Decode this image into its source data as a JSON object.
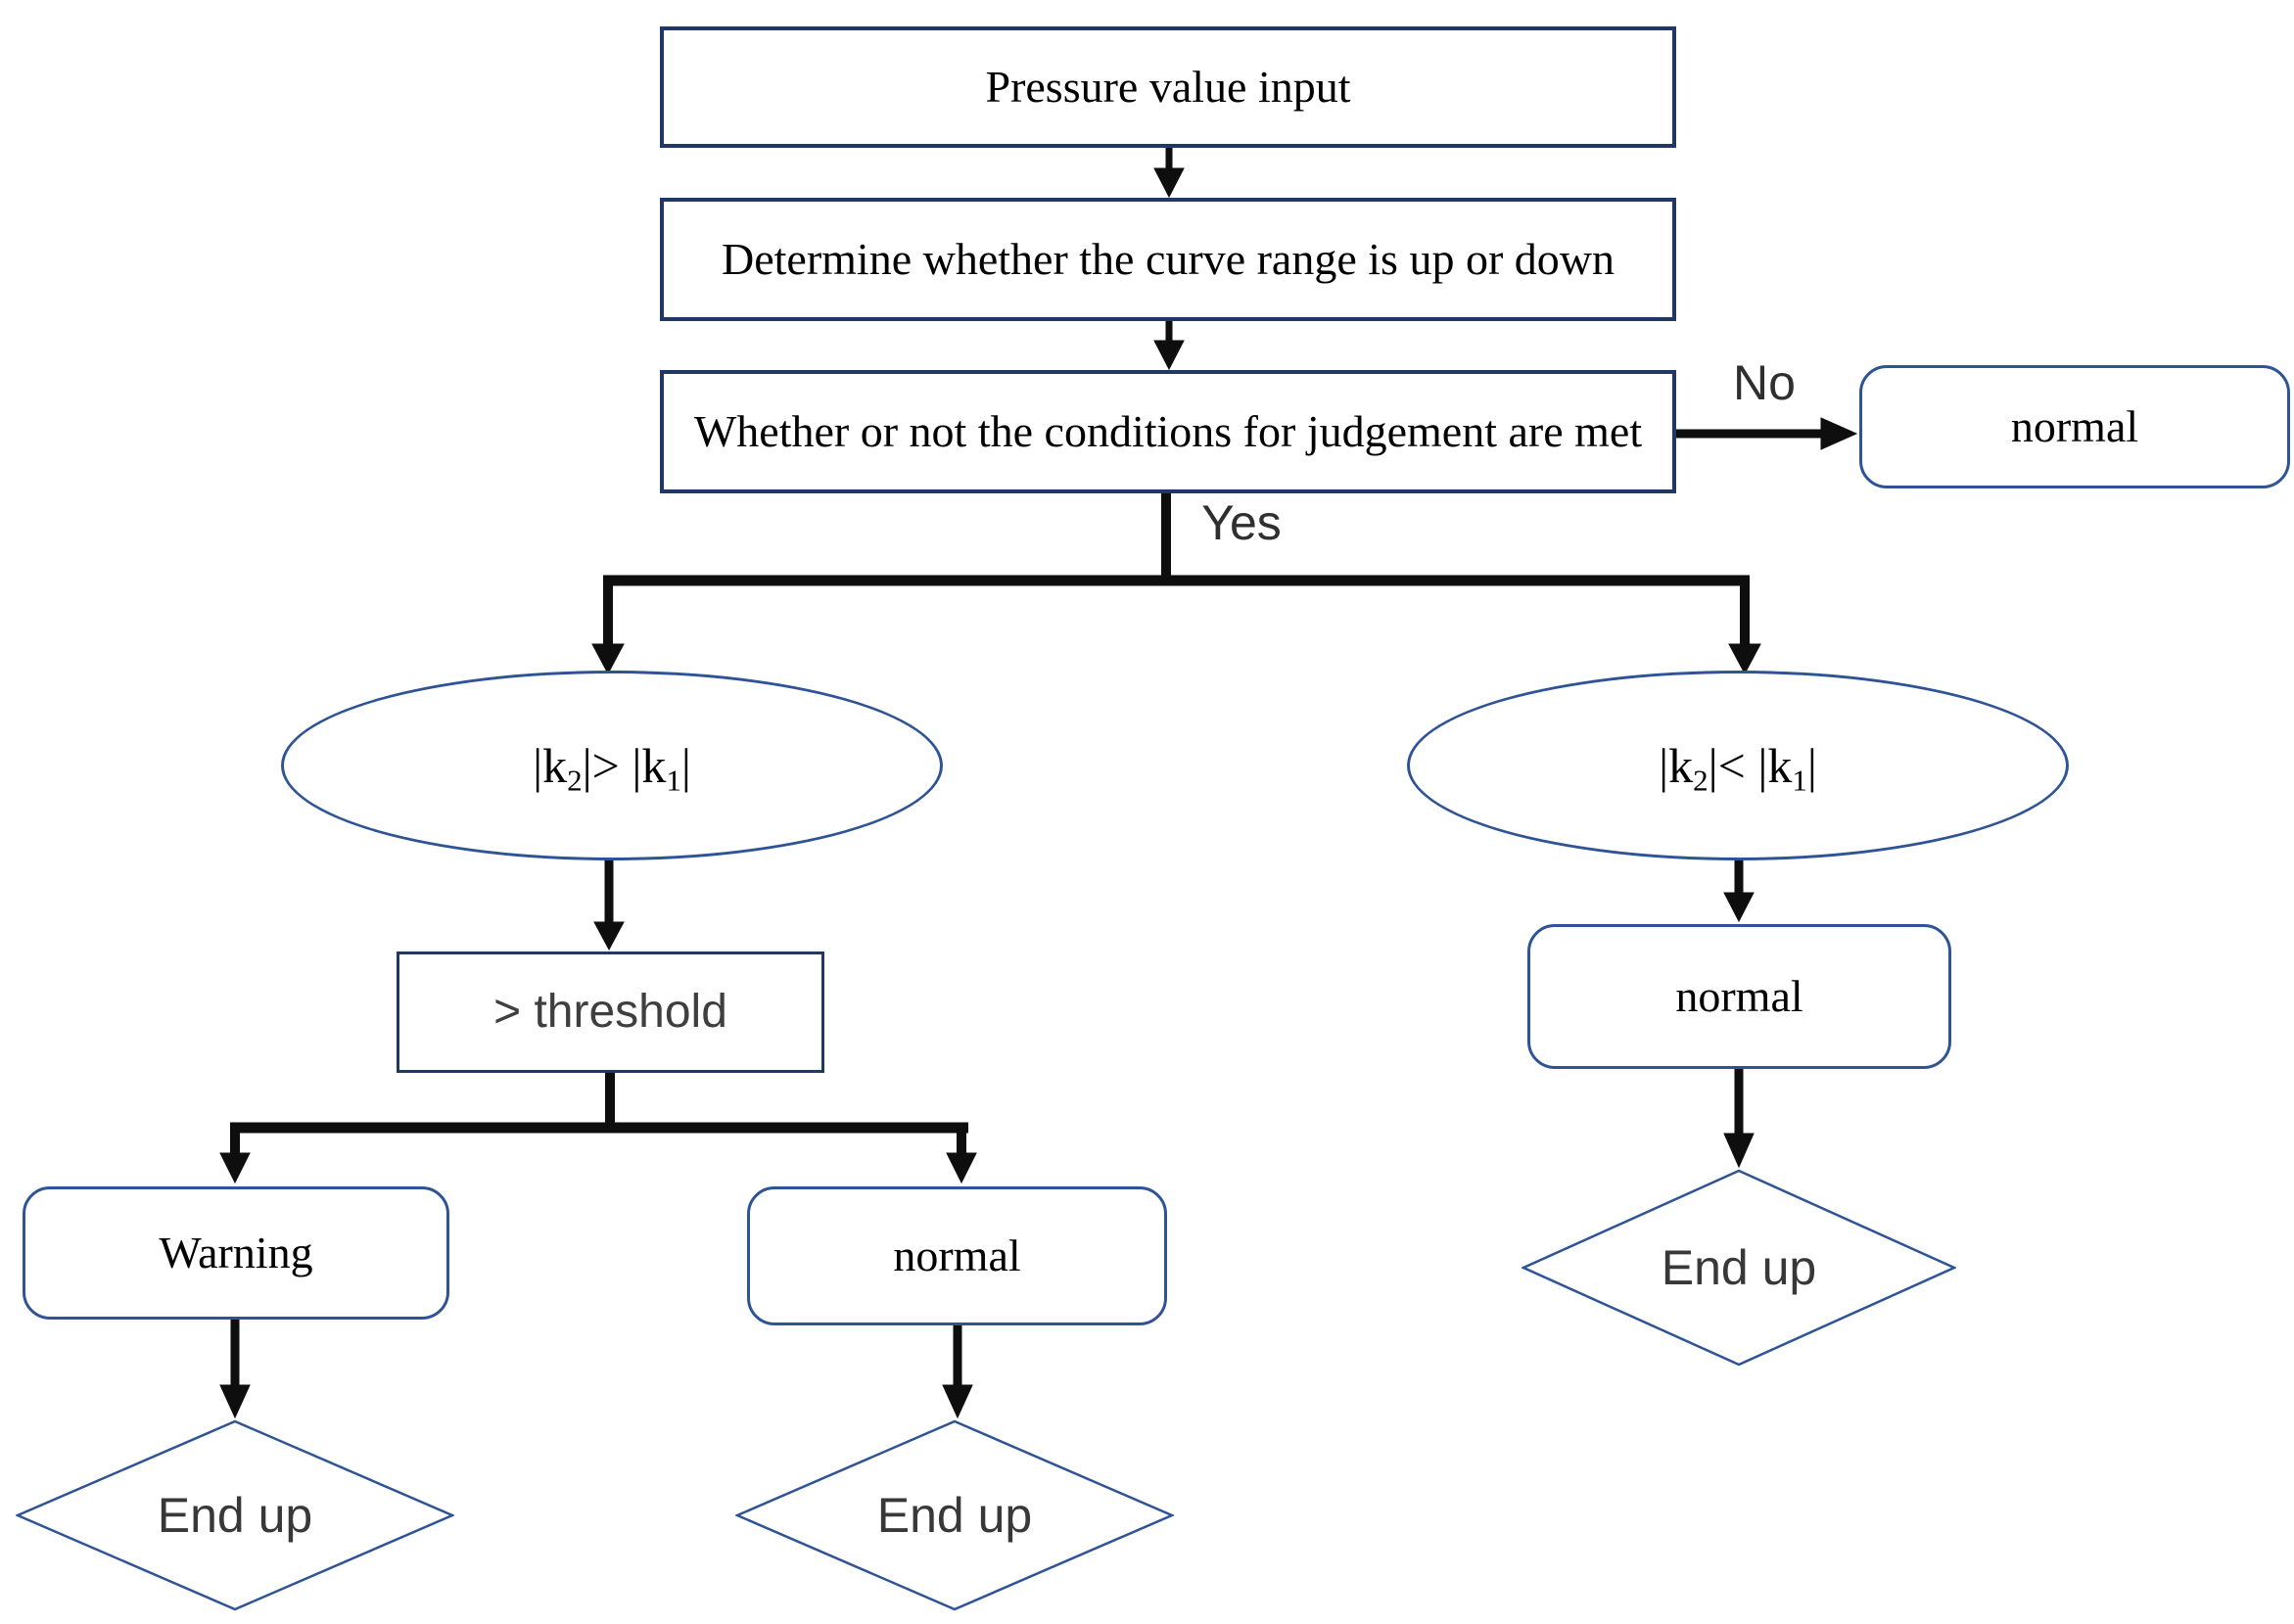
{
  "nodes": {
    "input_box": {
      "label": "Pressure value input"
    },
    "determine_box": {
      "label": "Determine whether the curve range is up or down"
    },
    "condition_box": {
      "label": "Whether or not the conditions for judgement are met"
    },
    "normal_top_right": {
      "label": "normal"
    },
    "left_ellipse": {
      "pre": "|k",
      "sub_a": "2",
      "mid": "|> |k",
      "sub_b": "1",
      "post": "|"
    },
    "right_ellipse": {
      "pre": "|k",
      "sub_a": "2",
      "mid": "|< |k",
      "sub_b": "1",
      "post": "|"
    },
    "threshold_box": {
      "label": "> threshold"
    },
    "warning_box": {
      "label": "Warning"
    },
    "normal_middle": {
      "label": "normal"
    },
    "normal_right": {
      "label": "normal"
    },
    "end_left": {
      "label": "End up"
    },
    "end_middle": {
      "label": "End up"
    },
    "end_right": {
      "label": "End up"
    }
  },
  "edges": {
    "no_label": "No",
    "yes_label": "Yes"
  },
  "colors": {
    "rect_border": "#1f3864",
    "shape_border": "#2f5496",
    "arrow": "#0e0e0e",
    "serif_text": "#000000",
    "sans_text": "#3f3f3f",
    "background": "#ffffff"
  }
}
